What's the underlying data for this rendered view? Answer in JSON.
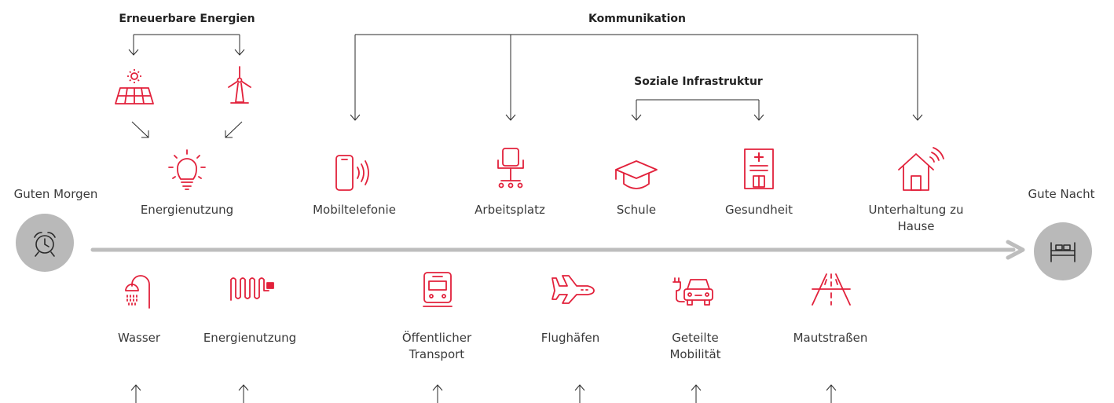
{
  "headers": {
    "renewable": "Erneuerbare Energien",
    "communication": "Kommunikation",
    "social": "Soziale Infrastruktur"
  },
  "timeline": {
    "start": "Guten Morgen",
    "end": "Gute Nacht"
  },
  "top_items": [
    {
      "label": "Energienutzung",
      "icon": "lightbulb-icon"
    },
    {
      "label": "Mobiltelefonie",
      "icon": "mobile-phone-icon"
    },
    {
      "label": "Arbeitsplatz",
      "icon": "office-chair-icon"
    },
    {
      "label": "Schule",
      "icon": "graduation-cap-icon"
    },
    {
      "label": "Gesundheit",
      "icon": "hospital-icon"
    },
    {
      "label": "Unterhaltung zu Hause",
      "icon": "smart-home-icon"
    }
  ],
  "renewable_sources": [
    {
      "icon": "solar-panel-icon"
    },
    {
      "icon": "wind-turbine-icon"
    }
  ],
  "bottom_items": [
    {
      "label": "Wasser",
      "icon": "shower-icon"
    },
    {
      "label": "Energienutzung",
      "icon": "radiator-icon"
    },
    {
      "label": "Öffentlicher Transport",
      "icon": "train-icon"
    },
    {
      "label": "Flughäfen",
      "icon": "airplane-icon"
    },
    {
      "label": "Geteilte Mobilität",
      "icon": "electric-car-icon"
    },
    {
      "label": "Mautstraßen",
      "icon": "toll-road-icon"
    }
  ],
  "colors": {
    "accent": "#e2213b",
    "line": "#2a2a2a",
    "timeline": "#bdbdbd",
    "circle": "#b9b9b9"
  }
}
